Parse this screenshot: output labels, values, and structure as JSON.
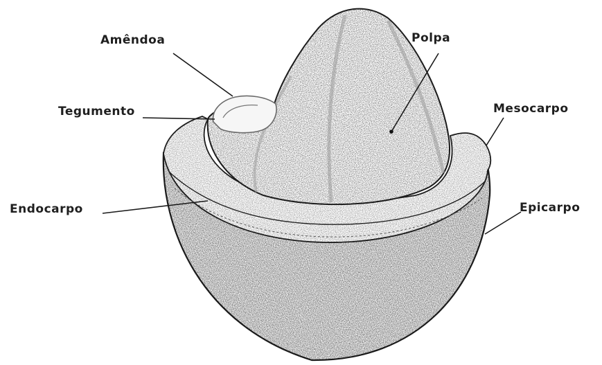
{
  "diagram": {
    "labels": {
      "amendoa": "Amêndoa",
      "polpa": "Polpa",
      "tegumento": "Tegumento",
      "mesocarpo": "Mesocarpo",
      "endocarpo": "Endocarpo",
      "epicarpo": "Epicarpo"
    }
  }
}
